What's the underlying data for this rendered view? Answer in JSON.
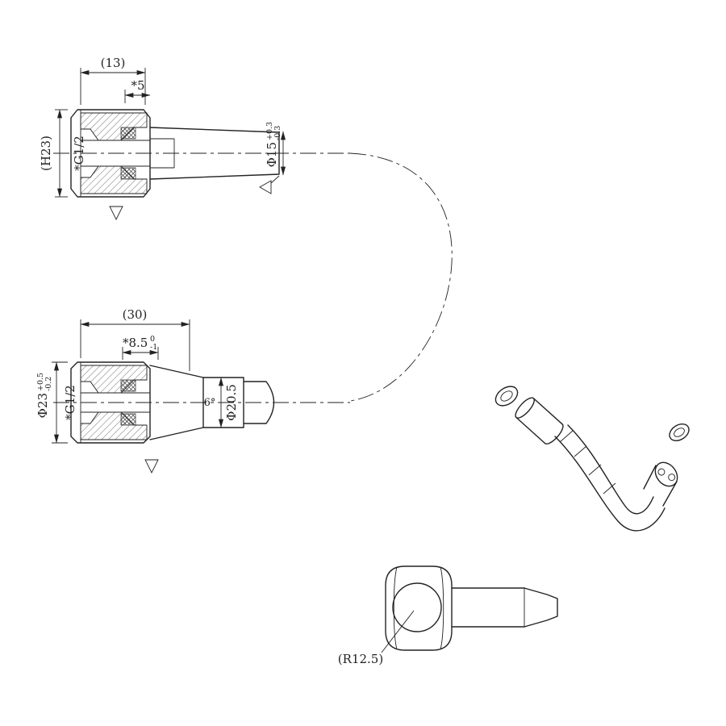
{
  "page": {
    "background": "#ffffff",
    "line_color": "#222222"
  },
  "view_top": {
    "dim_length": "(13)",
    "dim_thread_depth": "*5",
    "dim_height": "(H23)",
    "thread_spec": "*G1/2",
    "dim_tube_dia": "Φ15",
    "tube_dia_tol_upper": "+0.3",
    "tube_dia_tol_lower": "-0.3"
  },
  "view_mid": {
    "dim_length": "(30)",
    "dim_insert_depth": "*8.5",
    "insert_depth_tol_upper": "0",
    "insert_depth_tol_lower": "-1",
    "dim_nut_dia": "Φ23",
    "nut_dia_tol_upper": "+0.5",
    "nut_dia_tol_lower": "-0.2",
    "thread_spec": "*G1/2",
    "cone_angle": "6°",
    "dim_body_dia": "Φ20.5"
  },
  "detail_view": {
    "radius_label": "(R12.5)"
  }
}
